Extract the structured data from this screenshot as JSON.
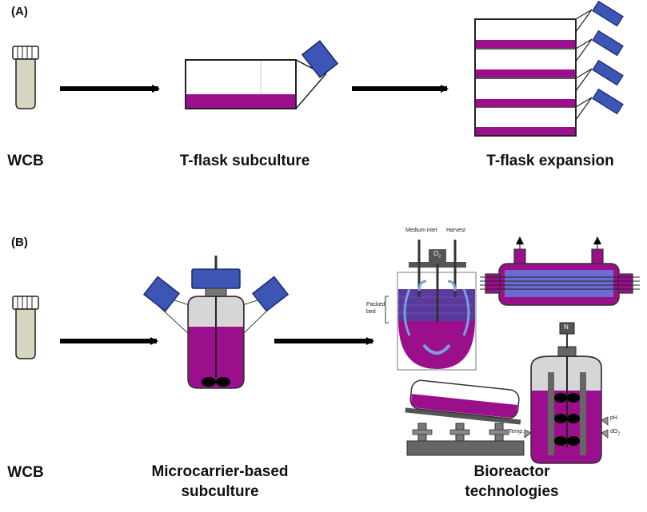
{
  "panels": {
    "a": {
      "tag": "(A)",
      "captions": {
        "wcb": "WCB",
        "subculture": "T-flask subculture",
        "expansion": "T-flask expansion"
      }
    },
    "b": {
      "tag": "(B)",
      "captions": {
        "wcb": "WCB",
        "microcarrier_line1": "Microcarrier-based",
        "microcarrier_line2": "subculture",
        "bioreactor_line1": "Bioreactor",
        "bioreactor_line2": "technologies"
      },
      "annotations": {
        "medium_inlet": "Medium inlet",
        "harvest": "Harvest",
        "o2": "O",
        "o2_sub": "2",
        "packed_bed": "Packed bed",
        "n": "N",
        "ph": "pH",
        "do2": "dO",
        "do2_sub": "2",
        "temp": "Temp."
      }
    }
  },
  "colors": {
    "medium": "#9b0f8c",
    "cap_blue": "#3d55b4",
    "vial_fill": "#d8d6c0",
    "headspace": "#d6d6d6",
    "hardware": "#707070",
    "arrow": "#000000"
  }
}
